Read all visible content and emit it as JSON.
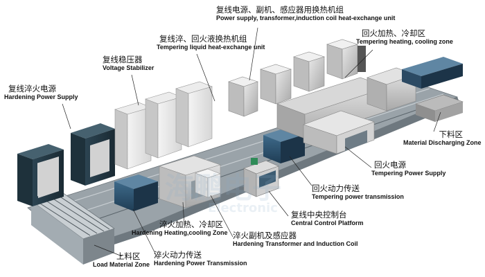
{
  "labels": {
    "power_supply_transformer": {
      "cn": "复线电源、副机、感应器用换热机组",
      "en": "Power supply, transformer,induction coil heat-exchange unit"
    },
    "quench_temper_liquid": {
      "cn": "复线淬、回火液换热机组",
      "en": "Tempering liquid heat-exchange unit"
    },
    "voltage_stabilizer": {
      "cn": "复线稳压器",
      "en": "Voltage Stabilizer"
    },
    "hardening_power_supply": {
      "cn": "复线淬火电源",
      "en": "Hardening Power Supply"
    },
    "tempering_heating_cooling": {
      "cn": "回火加热、冷却区",
      "en": "Tempering heating, cooling zone"
    },
    "material_discharging": {
      "cn": "下料区",
      "en": "Material Discharging Zone"
    },
    "tempering_power_supply": {
      "cn": "回火电源",
      "en": "Tempering Power Supply"
    },
    "tempering_power_transmission": {
      "cn": "回火动力传送",
      "en": "Tempering power transmission"
    },
    "central_control": {
      "cn": "复线中央控制台",
      "en": "Central Control Platform"
    },
    "hardening_heating_cooling": {
      "cn": "淬火加热、冷却区",
      "en": "Hardening Heating,cooling Zone"
    },
    "hardening_transformer": {
      "cn": "淬火副机及感应器",
      "en": "Hardening Transformer and Induction Coil"
    },
    "load_material": {
      "cn": "上料区",
      "en": "Load Material Zone"
    },
    "hardening_power_transmission": {
      "cn": "淬火动力传送",
      "en": "Hardening Power Transmission"
    }
  },
  "watermark": {
    "cn": "海鹏电子",
    "en": "Electronic"
  }
}
